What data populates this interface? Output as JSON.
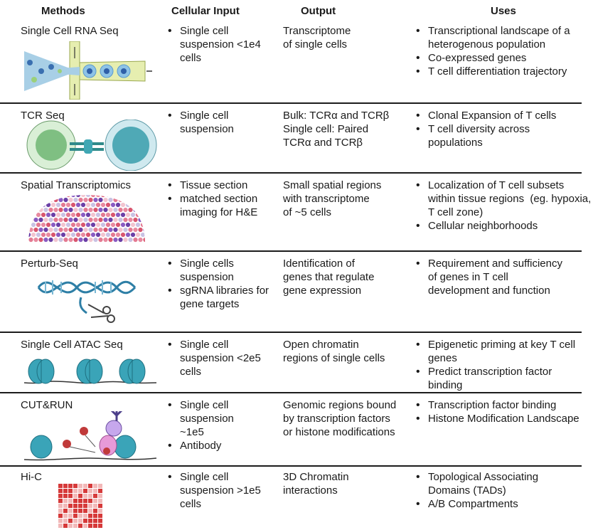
{
  "headers": {
    "methods": "Methods",
    "input": "Cellular Input",
    "output": "Output",
    "uses": "Uses"
  },
  "rows": [
    {
      "method": "Single Cell RNA Seq",
      "illustration": "microfluidic-droplet-icon",
      "input": [
        "Single cell suspension <1e4 cells"
      ],
      "output": [
        "Transcriptome",
        "of single cells"
      ],
      "uses": [
        "Transcriptional landscape of a heterogenous population",
        "Co-expressed genes",
        "T cell differentiation trajectory"
      ]
    },
    {
      "method": "TCR Seq",
      "illustration": "tcr-cell-pair-icon",
      "input": [
        "Single cell suspension"
      ],
      "output": [
        "Bulk: TCRα and TCRβ",
        "Single cell: Paired",
        "TCRα and TCRβ"
      ],
      "uses": [
        "Clonal Expansion of T cells",
        "T cell diversity across populations"
      ]
    },
    {
      "method": "Spatial Transcriptomics",
      "illustration": "spatial-spot-array-icon",
      "input": [
        "Tissue section",
        "matched section imaging for H&E"
      ],
      "output": [
        "Small spatial regions",
        "with transcriptome",
        "of ~5 cells"
      ],
      "uses": [
        "Localization of T cell subsets within tissue regions  (eg. hypoxia, T cell zone)",
        "Cellular neighborhoods"
      ]
    },
    {
      "method": "Perturb-Seq",
      "illustration": "dna-scissors-icon",
      "input": [
        "Single cells suspension",
        "sgRNA libraries for gene targets"
      ],
      "output": [
        "Identification of",
        "genes that regulate",
        "gene expression"
      ],
      "uses": [
        "Requirement and sufficiency of genes in T cell development and function"
      ]
    },
    {
      "method": "Single Cell ATAC Seq",
      "illustration": "nucleosome-chromatin-icon",
      "input": [
        "Single cell suspension <2e5 cells"
      ],
      "output": [
        "Open chromatin",
        "regions of single cells"
      ],
      "uses": [
        "Epigenetic priming at key T cell genes",
        "Predict transcription factor binding"
      ]
    },
    {
      "method": "CUT&RUN",
      "illustration": "antibody-nucleosome-icon",
      "input": [
        "Single cell suspension ~1e5",
        "Antibody"
      ],
      "output": [
        "Genomic regions bound",
        "by transcription factors",
        "or histone modifications"
      ],
      "uses": [
        "Transcription factor binding",
        "Histone Modification Landscape"
      ]
    },
    {
      "method": "Hi-C",
      "illustration": "contact-matrix-icon",
      "input": [
        "Single cell suspension >1e5 cells"
      ],
      "output": [
        "3D Chromatin",
        "interactions"
      ],
      "uses": [
        "Topological Associating Domains (TADs)",
        "A/B Compartments"
      ]
    }
  ],
  "colors": {
    "rule": "#1c1c1c",
    "cell_blue": "#9ec8e0",
    "cell_teal": "#3fa7b4",
    "matrix_red": "#d63a3a",
    "matrix_pink": "#f2b8b8"
  }
}
